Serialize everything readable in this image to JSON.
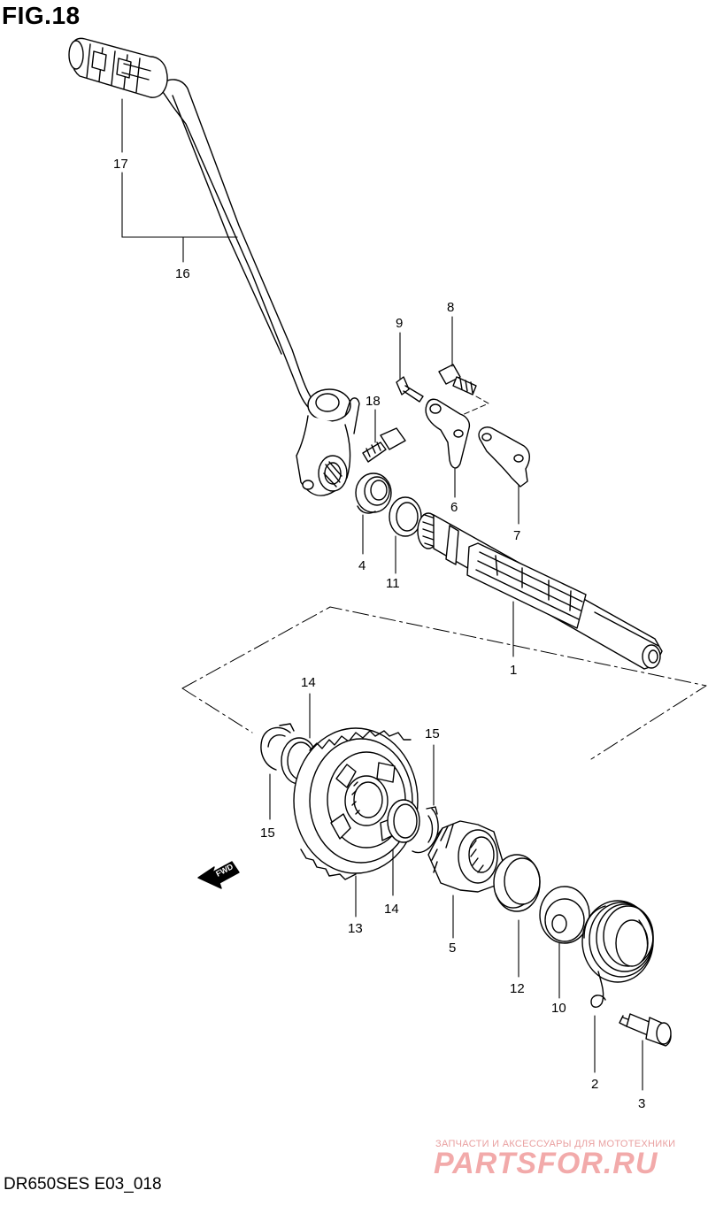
{
  "figure": {
    "title": "FIG.18",
    "model_code": "DR650SES E03_018",
    "direction_label": "FWD"
  },
  "watermark": {
    "tagline": "ЗАПЧАСТИ И АКСЕССУАРЫ ДЛЯ МОТОТЕХНИКИ",
    "logo": "PARTSFOR.RU",
    "color": "#f2aaaa"
  },
  "callouts": [
    {
      "id": "17",
      "label": "17"
    },
    {
      "id": "16",
      "label": "16"
    },
    {
      "id": "9",
      "label": "9"
    },
    {
      "id": "8",
      "label": "8"
    },
    {
      "id": "18",
      "label": "18"
    },
    {
      "id": "6",
      "label": "6"
    },
    {
      "id": "7",
      "label": "7"
    },
    {
      "id": "4",
      "label": "4"
    },
    {
      "id": "11",
      "label": "11"
    },
    {
      "id": "1",
      "label": "1"
    },
    {
      "id": "14a",
      "label": "14"
    },
    {
      "id": "15a",
      "label": "15"
    },
    {
      "id": "15b",
      "label": "15"
    },
    {
      "id": "14b",
      "label": "14"
    },
    {
      "id": "13",
      "label": "13"
    },
    {
      "id": "5",
      "label": "5"
    },
    {
      "id": "12",
      "label": "12"
    },
    {
      "id": "10",
      "label": "10"
    },
    {
      "id": "2",
      "label": "2"
    },
    {
      "id": "3",
      "label": "3"
    }
  ]
}
